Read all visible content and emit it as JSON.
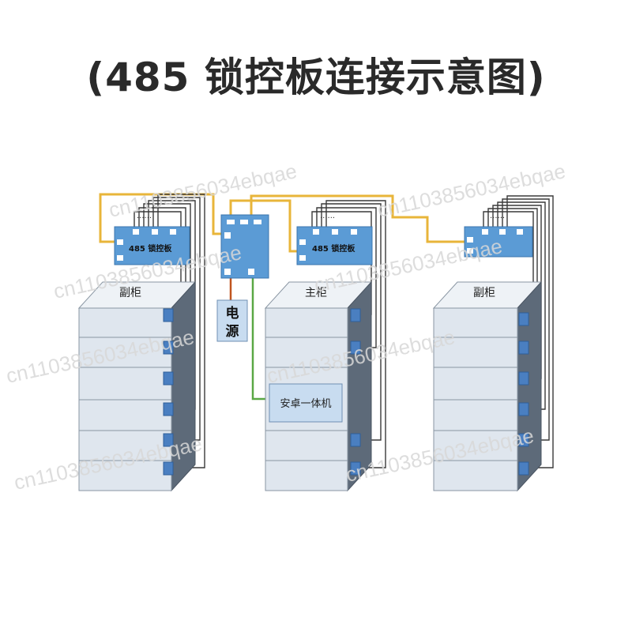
{
  "title": "(485 锁控板连接示意图)",
  "labels": {
    "lock_board": "485 锁控板",
    "main_cabinet": "主柜",
    "sub_cabinet": "副柜",
    "power_supply": "电源",
    "android_terminal": "安卓一体机",
    "dots": "......"
  },
  "watermark": "cn1103856034ebqae",
  "colors": {
    "board": "#5b9bd5",
    "cabinet_front": "#dfe6ee",
    "cabinet_side": "#5d6a79",
    "rs485_wire": "#e8b53a",
    "power_wire": "#c0551f",
    "signal_wire": "#5aa844",
    "lock_wires": "#3a3a3a"
  }
}
